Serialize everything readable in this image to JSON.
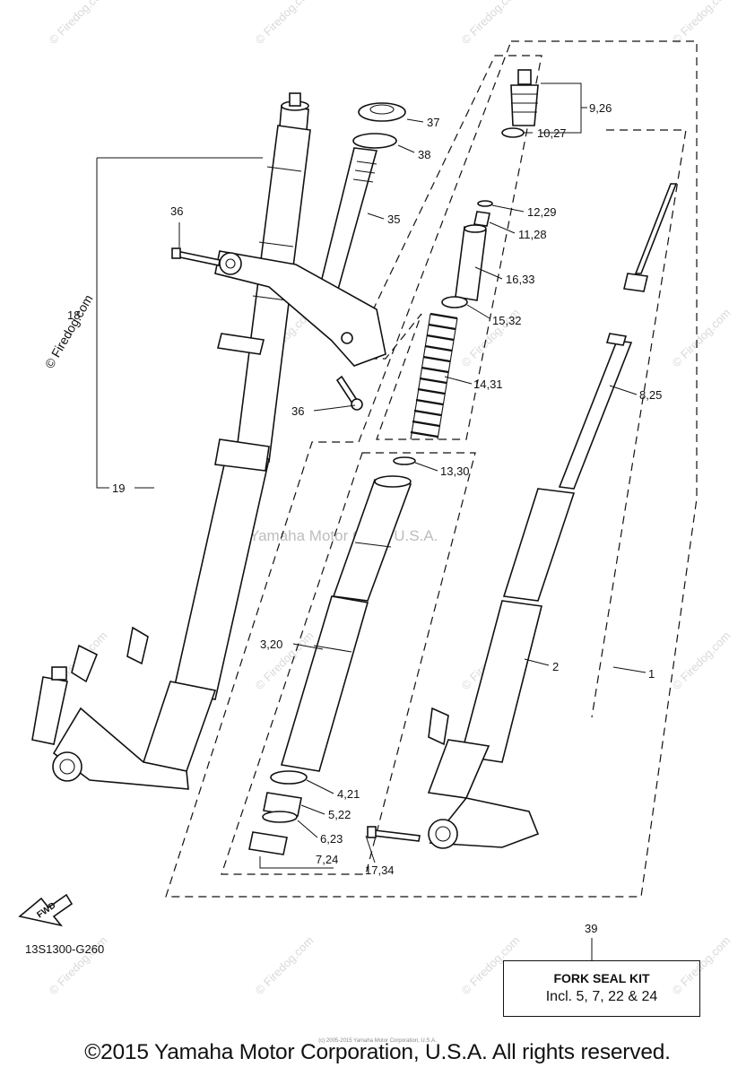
{
  "callouts": {
    "c1": "1",
    "c2": "2",
    "c3_20": "3,20",
    "c4_21": "4,21",
    "c5_22": "5,22",
    "c6_23": "6,23",
    "c7_24": "7,24",
    "c8_25": "8,25",
    "c9_26": "9,26",
    "c10_27": "10,27",
    "c11_28": "11,28",
    "c12_29": "12,29",
    "c13_30": "13,30",
    "c14_31": "14,31",
    "c15_32": "15,32",
    "c16_33": "16,33",
    "c17_34": "17,34",
    "c18": "18",
    "c19": "19",
    "c35": "35",
    "c36a": "36",
    "c36b": "36",
    "c37": "37",
    "c38": "38",
    "c39": "39"
  },
  "watermark_center": "Yamaha Motor Corp, U.S.A.",
  "watermark_side": "© Firedog.com",
  "watermark_tile": "© Firedog.com",
  "diagram_code": "13S1300-G260",
  "fwd_label": "FWD",
  "kit": {
    "title": "FORK SEAL KIT",
    "includes": "Incl. 5, 7, 22 & 24"
  },
  "fine_print": "(c) 2005-2015 Yamaha Motor Corporation, U.S.A.",
  "footer": "©2015 Yamaha Motor Corporation, U.S.A. All rights reserved."
}
